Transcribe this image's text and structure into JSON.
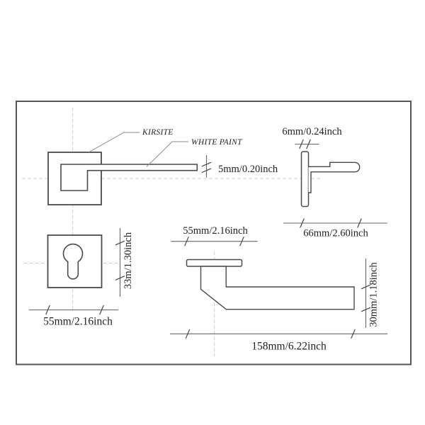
{
  "drawing": {
    "type": "door-lever-handle-technical-drawing",
    "colors": {
      "background": "#ffffff",
      "outline": "#4a4a4a",
      "border": "#555555",
      "dimension_line": "#666666",
      "leader_line": "#8a8a8a",
      "centerline": "#cccccc",
      "text": "#1f1f1f"
    },
    "front_view": {
      "material_label": "KIRSITE",
      "finish_label": "WHITE PAINT",
      "lever_thickness": "5mm/0.20inch"
    },
    "side_view": {
      "rose_thickness": "6mm/0.24inch",
      "projection": "66mm/2.60inch"
    },
    "escutcheon_view": {
      "keyhole_height": "33m/1.30inch",
      "width": "55mm/2.16inch"
    },
    "top_view": {
      "rose_width": "55mm/2.16inch",
      "grip_depth": "30mm/1.18inch",
      "overall_length": "158mm/6.22inch"
    }
  }
}
